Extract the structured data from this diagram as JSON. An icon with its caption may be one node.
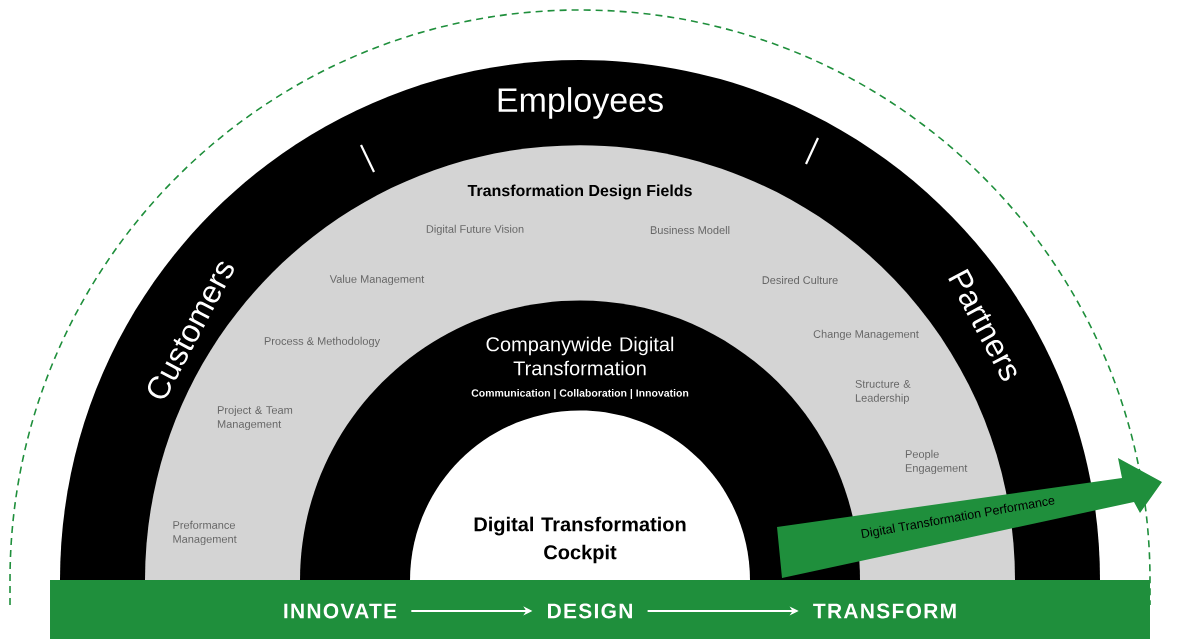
{
  "diagram": {
    "nodes": [
      {
        "text": [
          "Customers",
          "Employees",
          "Partners"
        ]
      },
      {
        "text": [
          "Transformation Design Fields",
          "Digital Future Vision",
          "Business Modell",
          "Value Management",
          "Desired Culture",
          "Process & Methodology",
          "Change Management",
          "Project & Team Management",
          "Structure & Leadership",
          "People Engagement",
          "Preformance Management"
        ],
        "in": 0
      },
      {
        "text": [
          "Companywide Digital Transformation",
          "Communication | Collaboration | Innovation"
        ],
        "in": 1
      },
      {
        "text": [
          "Digital Transformation Cockpit"
        ],
        "in": 2
      },
      {
        "text": [
          "Digital Transformation Performance"
        ]
      },
      {
        "text": [],
        "shape": "bar"
      },
      {
        "text": [
          "INNOVATE"
        ],
        "in": 5
      },
      {
        "text": [
          "DESIGN"
        ],
        "in": 5
      },
      {
        "text": [
          "TRANSFORM"
        ],
        "in": 5
      }
    ],
    "edges": [
      {
        "from": 6,
        "to": 7,
        "arrow": "to"
      },
      {
        "from": 7,
        "to": 8,
        "arrow": "to"
      }
    ]
  }
}
